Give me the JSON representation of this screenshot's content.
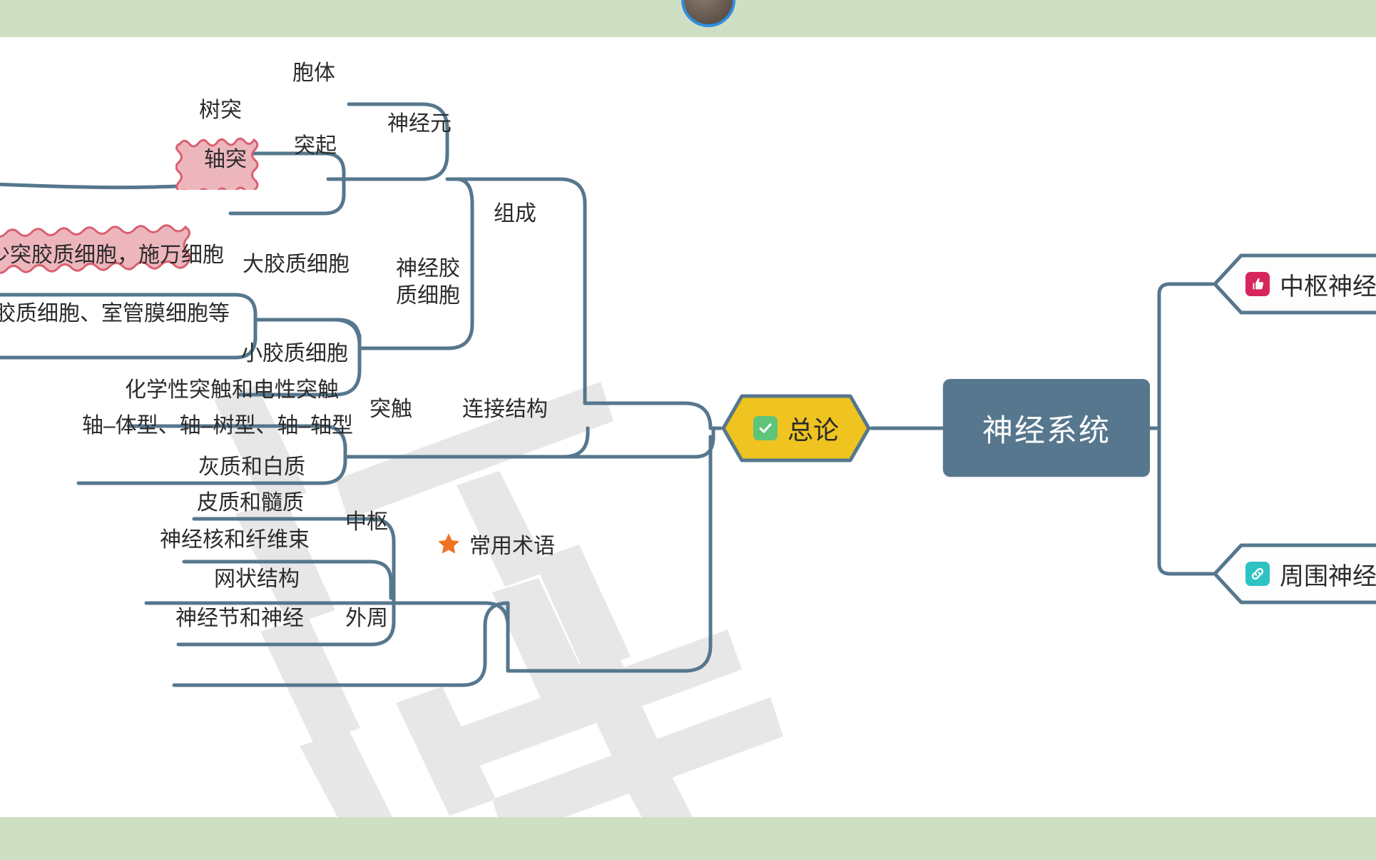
{
  "page": {
    "background_color": "#ffffff",
    "band_color": "#cfdfc4",
    "wire_color": "#56778d",
    "pink_fill": "#edb6bd",
    "pink_stroke": "#d9606f",
    "watermark_text": "知乎"
  },
  "avatar": {
    "name": "user-avatar",
    "ring_color": "#2f8fe0"
  },
  "root": {
    "label": "神经系统",
    "bg": "#56778d",
    "text_color": "#ffffff"
  },
  "summary_node": {
    "label": "总论",
    "bg": "#efc320",
    "border": "#56778d",
    "icon": "check-icon",
    "icon_bg": "#5ec47a",
    "icon_glyph": "✔"
  },
  "right_nodes": [
    {
      "label": "中枢神经",
      "icon": "thumbs-up-icon",
      "icon_bg": "#d6265c",
      "truncated": true
    },
    {
      "label": "周围神经",
      "icon": "link-chain-icon",
      "icon_bg": "#2fc2c2",
      "truncated": true
    }
  ],
  "branches": {
    "compose": {
      "label": "组成",
      "children": [
        {
          "label": "神经元",
          "children": [
            {
              "label": "胞体"
            },
            {
              "label": "突起",
              "children": [
                {
                  "label": "树突"
                },
                {
                  "label": "轴突",
                  "highlight": true
                }
              ]
            }
          ]
        },
        {
          "label": "神经胶\n质细胞",
          "label_line1": "神经胶",
          "label_line2": "质细胞",
          "children": [
            {
              "label": "大胶质细胞",
              "children": [
                {
                  "label": "少突胶质细胞，施万细胞",
                  "highlight": true
                },
                {
                  "label": "胶质细胞、室管膜细胞等"
                }
              ]
            },
            {
              "label": "小胶质细胞"
            }
          ]
        }
      ]
    },
    "connection": {
      "label": "连接结构",
      "children": [
        {
          "label": "突触",
          "children": [
            {
              "label": "化学性突触和电性突触"
            },
            {
              "label": "轴–体型、轴–树型、轴–轴型"
            }
          ]
        }
      ]
    },
    "terms": {
      "label": "常用术语",
      "icon": "star-icon",
      "icon_color": "#ef7322",
      "children": [
        {
          "label": "中枢",
          "children": [
            {
              "label": "灰质和白质"
            },
            {
              "label": "皮质和髓质"
            },
            {
              "label": "神经核和纤维束"
            },
            {
              "label": "网状结构"
            }
          ]
        },
        {
          "label": "外周",
          "children": [
            {
              "label": "神经节和神经"
            }
          ]
        }
      ]
    }
  },
  "labels": {
    "baoti": "胞体",
    "tuqi": "突起",
    "shutu": "树突",
    "zhoutu": "轴突",
    "shenjingyuan": "神经元",
    "jiaozhi_l1": "神经胶",
    "jiaozhi_l2": "质细胞",
    "da_jiaozhi": "大胶质细胞",
    "xiao_jiaozhi": "小胶质细胞",
    "shaotu": "少突胶质细胞，施万细胞",
    "shiguanmo": "胶质细胞、室管膜细胞等",
    "zucheng": "组成",
    "tuchu": "突触",
    "huaxue": "化学性突触和电性突触",
    "zhouti": "轴–体型、轴–树型、轴–轴型",
    "lianjie": "连接结构",
    "huizhi": "灰质和白质",
    "pizhi": "皮质和髓质",
    "shenjinghe": "神经核和纤维束",
    "wangzhuang": "网状结构",
    "shenjingjie": "神经节和神经",
    "zhongshu": "中枢",
    "waizhou": "外周",
    "changyong": "常用术语"
  }
}
